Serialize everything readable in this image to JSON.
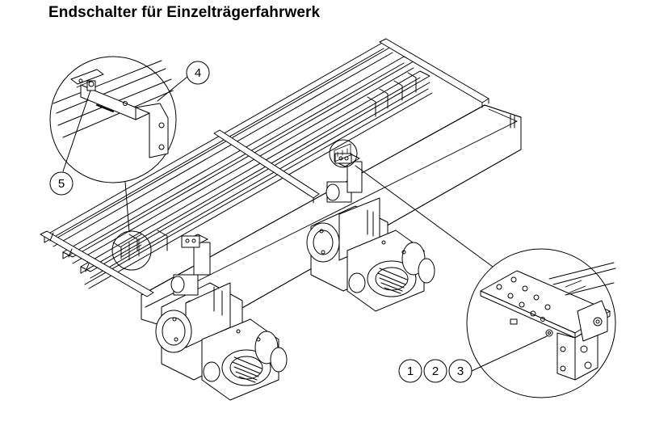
{
  "title": "Endschalter für Einzelträgerfahrwerk",
  "callouts": {
    "c1": "1",
    "c2": "2",
    "c3": "3",
    "c4": "4",
    "c5": "5"
  }
}
